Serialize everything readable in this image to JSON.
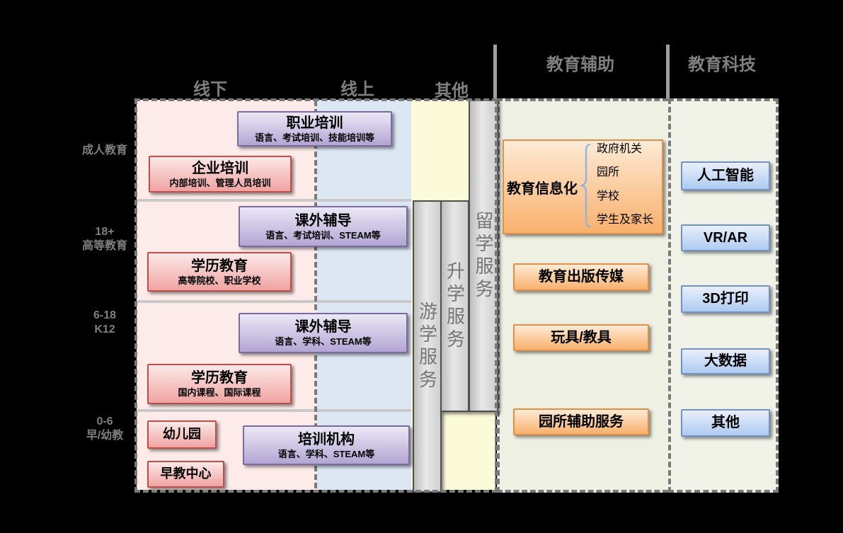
{
  "headers": {
    "offline": "线下",
    "online": "线上",
    "other": "其他",
    "support": "教育辅助",
    "tech": "教育科技"
  },
  "age_groups": [
    [
      "成人教育"
    ],
    [
      "18+",
      "高等教育"
    ],
    [
      "6-18",
      "K12"
    ],
    [
      "0-6",
      "早/幼教"
    ]
  ],
  "main_boxes": [
    {
      "title": "职业培训",
      "subtitle": "语言、考试培训、技能培训等"
    },
    {
      "title": "企业培训",
      "subtitle": "内部培训、管理人员培训"
    },
    {
      "title": "课外辅导",
      "subtitle": "语言、考试培训、STEAM等"
    },
    {
      "title": "学历教育",
      "subtitle": "高等院校、职业学校"
    },
    {
      "title": "课外辅导",
      "subtitle": "语言、学科、STEAM等"
    },
    {
      "title": "学历教育",
      "subtitle": "国内课程、国际课程"
    },
    {
      "title": "幼儿园"
    },
    {
      "title": "培训机构",
      "subtitle": "语言、学科、STEAM等"
    },
    {
      "title": "早教中心"
    }
  ],
  "service_bars": [
    {
      "label": "游学服务"
    },
    {
      "label": "升学服务"
    },
    {
      "label": "留学服务"
    }
  ],
  "support": {
    "info": {
      "title": "教育信息化",
      "items": [
        "政府机关",
        "园所",
        "学校",
        "学生及家长"
      ]
    },
    "boxes": [
      "教育出版传媒",
      "玩具/教具",
      "园所辅助服务"
    ]
  },
  "tech": {
    "boxes": [
      "人工智能",
      "VR/AR",
      "3D打印",
      "大数据",
      "其他"
    ]
  },
  "icons": {
    "brace": "{"
  },
  "colors": {
    "pink_box": "#efa3a1",
    "pink_border": "#bf4e4a",
    "purple_box": "#b3a5d3",
    "purple_border": "#7c6ba0",
    "orange_box": "#f8b06c",
    "orange_border": "#e0904b",
    "blue_box": "#aecbf0",
    "blue_border": "#7192c2",
    "offline_bg": "#fcebe9",
    "online_bg": "#dde7f4",
    "other_bg": "#fbfbda",
    "support_bg": "#edf0e2",
    "tech_bg": "#f1f3e9",
    "gray_text": "#7f7f7f",
    "canvas_bg": "#000000"
  }
}
